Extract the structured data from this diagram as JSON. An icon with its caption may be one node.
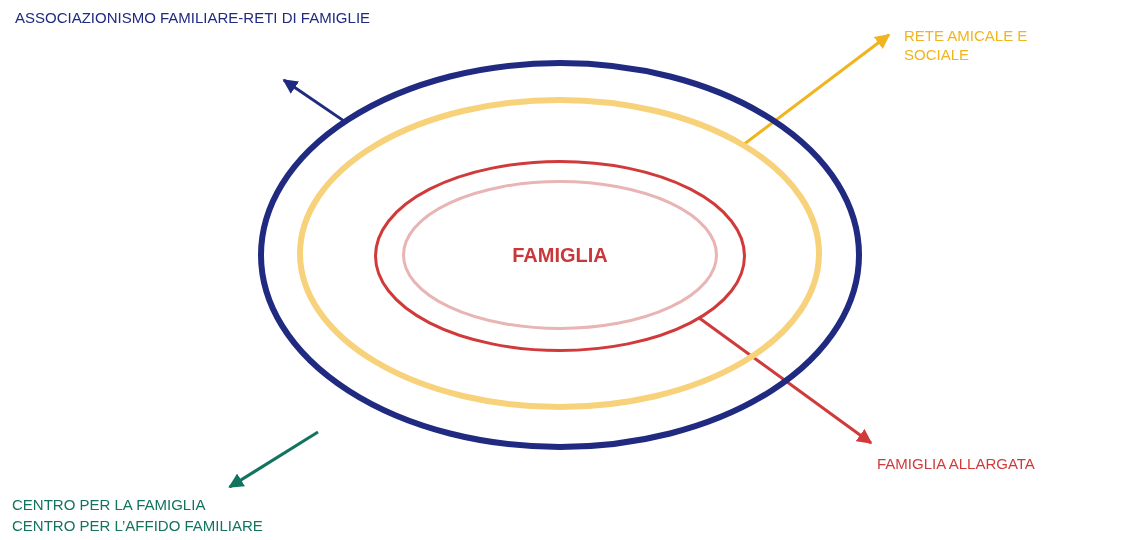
{
  "diagram": {
    "nodes": [
      {
        "text": [],
        "shape": "ellipse"
      },
      {
        "text": [],
        "shape": "ellipse",
        "in": 0
      },
      {
        "text": [],
        "shape": "ellipse",
        "in": 1
      },
      {
        "text": [
          "FAMIGLIA"
        ],
        "in": 2
      },
      {
        "text": [
          "ASSOCIAZIONISMO FAMILIARE-RETI DI FAMIGLIE"
        ]
      },
      {
        "text": [
          "RETE AMICALE E SOCIALE"
        ]
      },
      {
        "text": [
          "FAMIGLIA ALLARGATA"
        ]
      },
      {
        "text": [
          "CENTRO PER LA FAMIGLIA",
          "CENTRO PER L’AFFIDO FAMILIARE"
        ]
      }
    ],
    "edges": [
      {
        "from": 0,
        "to": 4,
        "arrow": "to",
        "color": "#1f2a80"
      },
      {
        "from": 1,
        "to": 5,
        "arrow": "to",
        "color": "#f0b41c"
      },
      {
        "from": 2,
        "to": 6,
        "arrow": "to",
        "color": "#d03a3a"
      },
      {
        "from": null,
        "to": 7,
        "arrow": "to",
        "color": "#12735f"
      }
    ]
  }
}
